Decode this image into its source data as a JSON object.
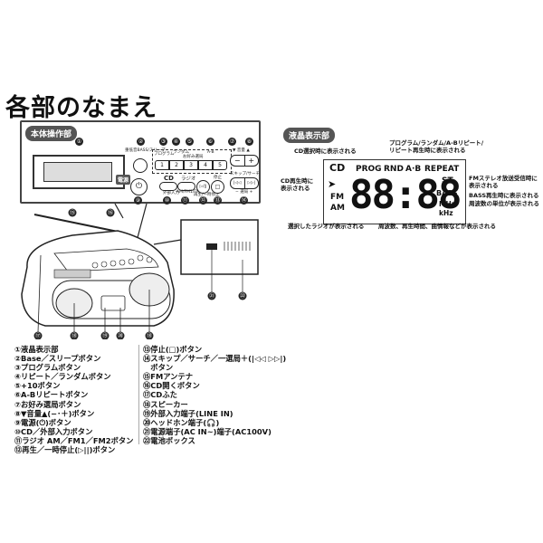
{
  "title": "各部のなまえ",
  "panel": {
    "label": "本体操作部",
    "power_tag": "電源",
    "callouts": [
      "①",
      "②",
      "③",
      "④",
      "⑤",
      "⑥",
      "⑦",
      "⑧",
      "⑨",
      "⑩",
      "⑪",
      "⑫",
      "⑬",
      "⑭"
    ],
    "number_buttons": [
      "1",
      "2",
      "3",
      "4",
      "5"
    ],
    "btn_cd": "CD",
    "btn_radio": "ラジオ",
    "btn_minus": "−",
    "btn_plus": "+",
    "btn_prev": "|◁◁",
    "btn_next": "▷▷|",
    "btn_play": "▷/||",
    "btn_stop": "□",
    "power_symbol": "⏻",
    "small_labels": {
      "bass_sleep": "重低音BASS/スリープ",
      "prog": "プログラム",
      "random": "ランダム",
      "ab": "A-B",
      "fav": "お好み選局",
      "volume": "▼ 音量 ▲",
      "skip": "スキップ/サーチ",
      "cd_sub": "外部入力",
      "radio_sub": "AM/FM1/FM2",
      "play_sub": "再生/一時停止",
      "stop_top": "停止",
      "tune": "− 選局 +"
    }
  },
  "device": {
    "callouts": [
      "⑮",
      "⑯",
      "⑰",
      "⑱",
      "⑲",
      "⑳",
      "㉑",
      "㉒",
      "⑱"
    ]
  },
  "lcd": {
    "label": "液晶表示部",
    "cd": "CD",
    "prog": "PROG",
    "rnd": "RND",
    "ab": "A·B",
    "repeat": "REPEAT",
    "arrow": "➤",
    "fm": "FM",
    "am": "AM",
    "digits": "88:88",
    "st": "ST",
    "bass": "BASS",
    "mhz": "MHz",
    "khz": "kHz",
    "notes": {
      "cd_select": "CD選択時に表示される",
      "prog_etc": "プログラム/ランダム/A-Bリピート/\nリピート再生時に表示される",
      "cd_play": "CD再生時に\n表示される",
      "fm_stereo": "FMステレオ放送受信時に\n表示される",
      "bass": "BASS再生時に表示される",
      "freq_unit": "周波数の単位が表示される",
      "radio": "選択したラジオが表示される",
      "main": "周波数、再生時間、曲情報などが表示される"
    }
  },
  "parts_list": {
    "left": [
      "①液晶表示部",
      "②Base／スリープボタン",
      "③プログラムボタン",
      "④リピート／ランダムボタン",
      "⑤+10ボタン",
      "⑥A-Bリピートボタン",
      "⑦お好み選局ボタン",
      "⑧▼音量▲(−･＋)ボタン",
      "⑨電源(⏻)ボタン",
      "⑩CD／外部入力ボタン",
      "⑪ラジオ AM／FM1／FM2ボタン",
      "⑫再生／一時停止(▷||)ボタン"
    ],
    "right": [
      "⑬停止(□)ボタン",
      "⑭スキップ／サーチ／一選局＋(|◁◁ ▷▷|)",
      "　ボタン",
      "⑮FMアンテナ",
      "⑯CD開くボタン",
      "⑰CDふた",
      "⑱スピーカー",
      "⑲外部入力端子(LINE IN)",
      "⑳ヘッドホン端子(🎧)",
      "㉑電源端子(AC IN~)端子(AC100V)",
      "㉒電池ボックス"
    ]
  }
}
